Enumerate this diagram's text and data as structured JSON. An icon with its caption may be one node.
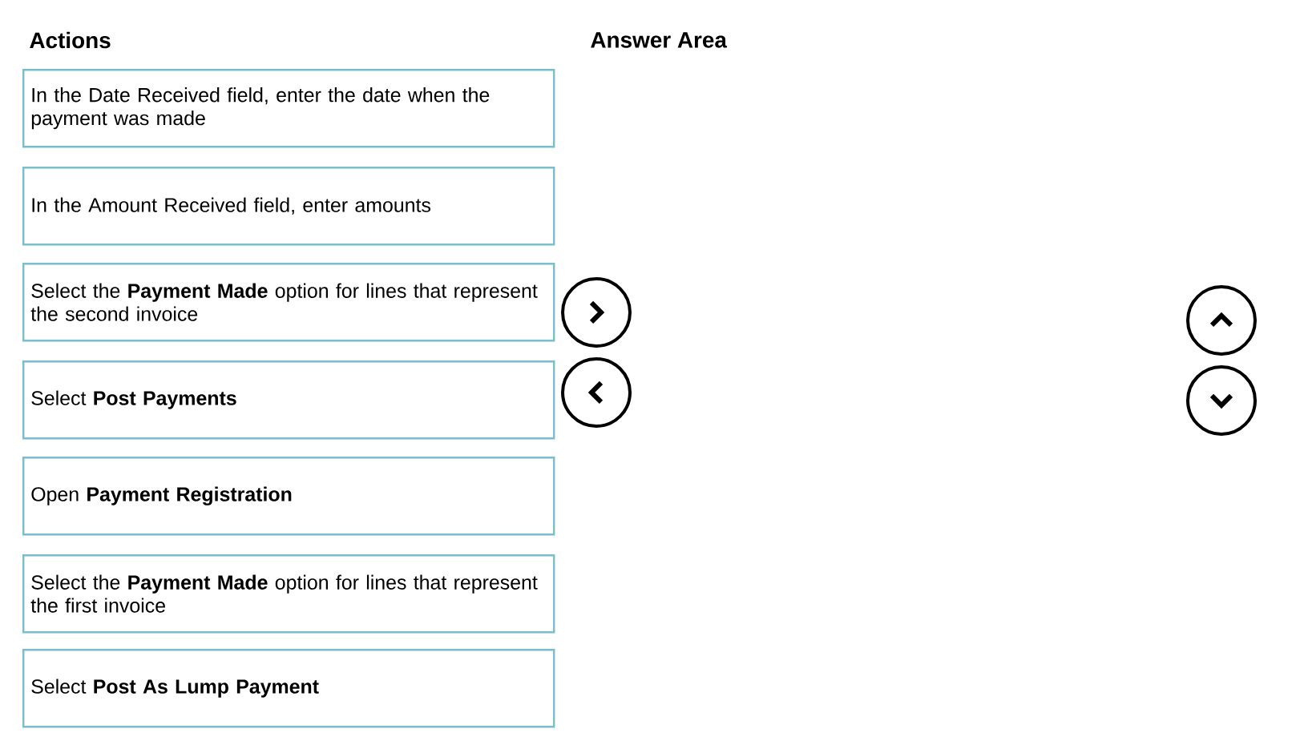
{
  "diagram": {
    "nodes": [
      {
        "text": [
          "In the Date Received field, enter the date when the payment was made"
        ]
      },
      {
        "text": [
          "In the Amount Received field, enter amounts"
        ]
      },
      {
        "text": [
          "Select the **Payment Made** option for lines that represent the second invoice"
        ]
      },
      {
        "text": [
          "Select **Post Payments**"
        ]
      },
      {
        "text": [
          "Open **Payment Registration**"
        ]
      },
      {
        "text": [
          "Select the **Payment Made** option for lines that represent the first invoice"
        ]
      },
      {
        "text": [
          "Select **Post As Lump Payment**"
        ]
      }
    ],
    "labels": [
      "Actions",
      "Answer Area"
    ]
  }
}
